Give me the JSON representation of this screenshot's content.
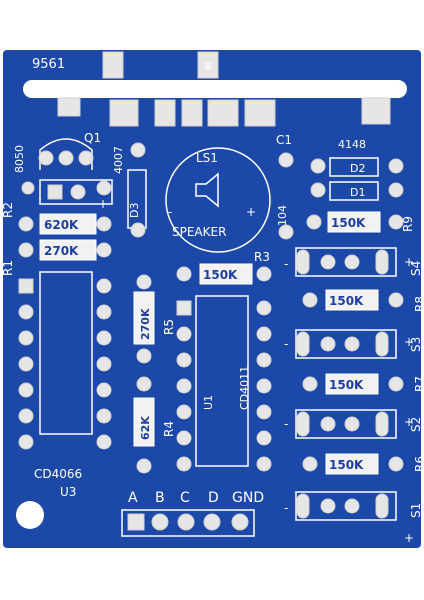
{
  "colors": {
    "board": "#1c48a8",
    "board_dark": "#163d93",
    "silk": "#ffffff",
    "pad": "#e6e6e6",
    "label_box": "#f2f2f2",
    "label_text": "#1c3fa0"
  },
  "board_code": "9561",
  "labels": {
    "q1_part": "8050",
    "q1": "Q1",
    "d_part": "4007",
    "d3": "D3",
    "ls1": "LS1",
    "speaker": "SPEAKER",
    "c1": "C1",
    "c1_value": "104",
    "diode_part": "4148",
    "d2": "D2",
    "d1": "D1",
    "r9": "R9",
    "r2": "R2",
    "r1": "R1",
    "r3": "R3",
    "r4": "R4",
    "r5": "R5",
    "r6": "R6",
    "r7": "R7",
    "r8": "R8",
    "s1": "S1",
    "s2": "S2",
    "s3": "S3",
    "s4": "S4",
    "u1": "U1",
    "u1_part": "CD4011",
    "u3": "U3",
    "u3_part": "CD4066",
    "plus": "+",
    "minus": "-"
  },
  "values": {
    "r2": "620K",
    "r1": "270K",
    "r3": "150K",
    "r5": "270K",
    "r4": "62K",
    "r9": "150K",
    "r8": "150K",
    "r7": "150K",
    "r6": "150K"
  },
  "connector": {
    "pins": [
      "A",
      "B",
      "C",
      "D",
      "GND"
    ]
  }
}
